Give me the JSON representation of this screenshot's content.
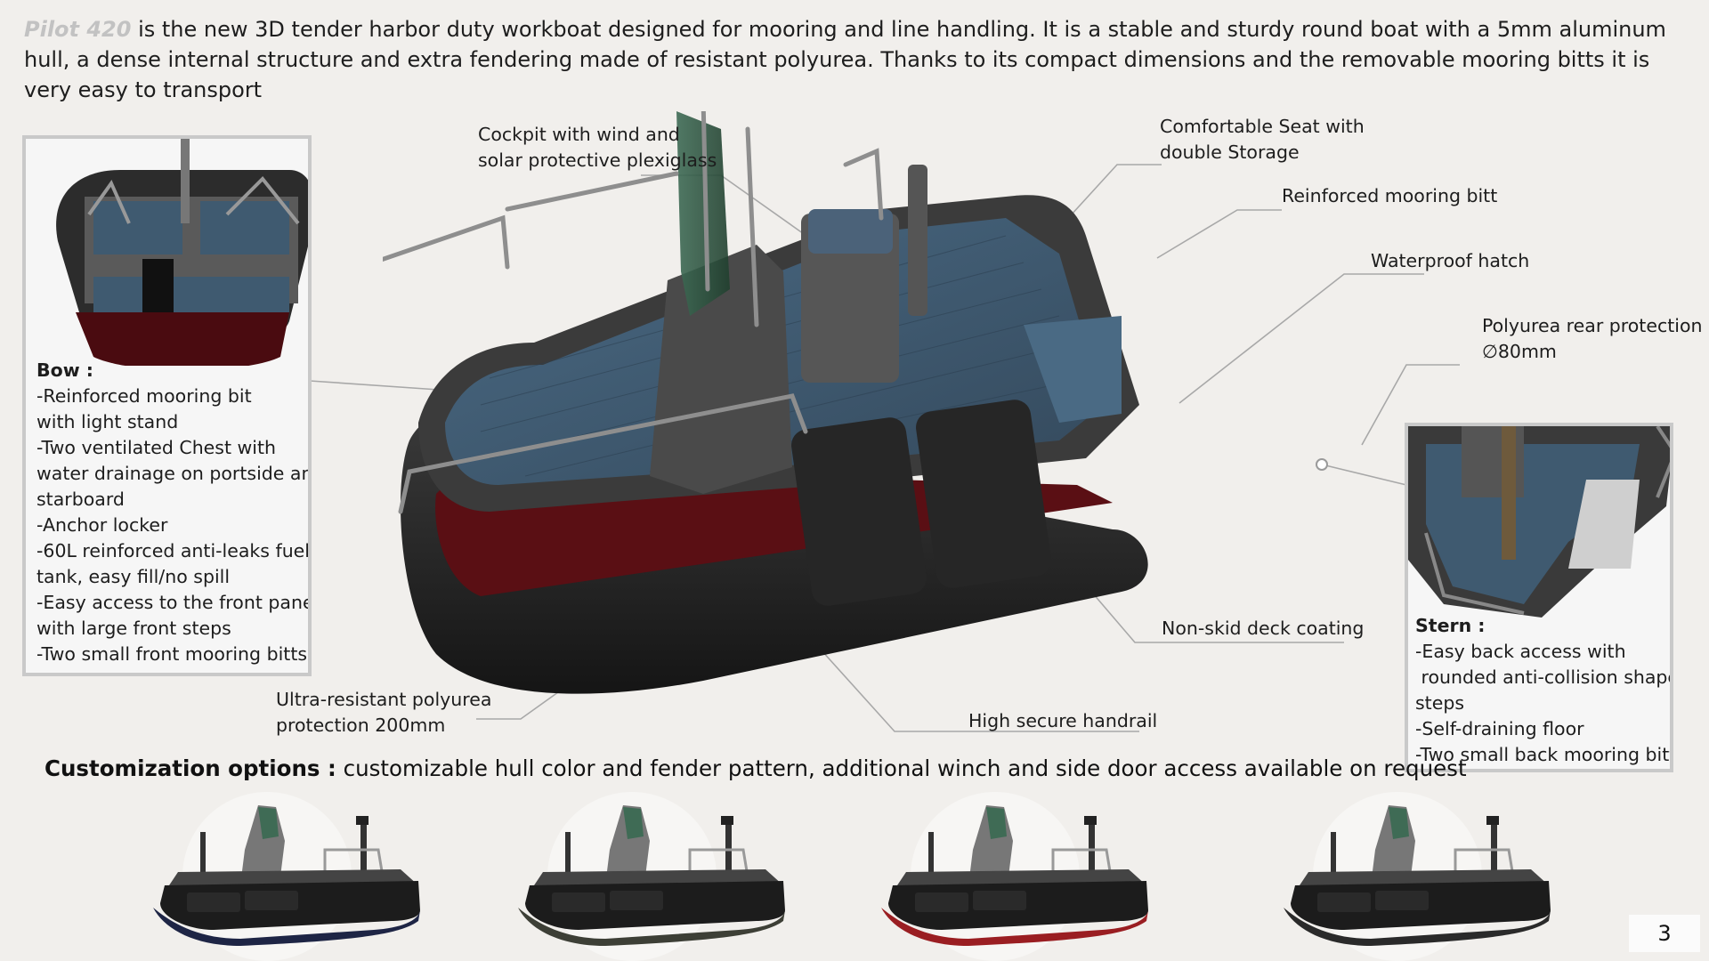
{
  "intro": {
    "brand": "Pilot 420",
    "text": " is the new 3D tender harbor duty workboat designed for mooring and line handling. It is a stable and sturdy round boat with a 5mm aluminum hull, a dense internal structure and extra fendering made of resistant polyurea. Thanks to its compact dimensions and the removable mooring bitts it is very easy to transport"
  },
  "callouts": {
    "cockpit": [
      "Cockpit with wind and",
      "solar protective plexiglass"
    ],
    "seat": [
      "Comfortable Seat with",
      "double Storage"
    ],
    "mooring_bitt": [
      "Reinforced mooring bitt"
    ],
    "hatch": [
      "Waterproof hatch"
    ],
    "rear_protection": [
      "Polyurea rear protection",
      "∅80mm"
    ],
    "deck": [
      "Non-skid deck coating"
    ],
    "handrail": [
      "High secure handrail"
    ],
    "hull_protection": [
      "Ultra-resistant polyurea",
      "protection 200mm"
    ]
  },
  "bow": {
    "title": "Bow :",
    "lines": [
      "-Reinforced mooring bit",
      "with light stand",
      "-Two ventilated Chest with",
      "water drainage on portside and",
      "starboard",
      "-Anchor locker",
      "-60L reinforced anti-leaks fuel",
      "tank, easy fill/no spill",
      "-Easy access to the front panel",
      "with large front steps",
      "-Two small front mooring bitts"
    ]
  },
  "stern": {
    "title": "Stern :",
    "lines": [
      "-Easy back access with",
      " rounded anti-collision shaped",
      "steps",
      "-Self-draining floor",
      "-Two small back mooring bitts"
    ]
  },
  "customization": {
    "label": "Customization options :",
    "text": " customizable hull color and fender pattern, additional winch and side door access available on request"
  },
  "variants": [
    {
      "hull_color": "#1e2545"
    },
    {
      "hull_color": "#3d3f36"
    },
    {
      "hull_color": "#9a1e22"
    },
    {
      "hull_color": "#2a2a2a"
    }
  ],
  "colors": {
    "deck": "#3f5a70",
    "hull": "#2b2b2b",
    "hull_stripe": "#5a0f14",
    "frame": "#bdbdbd",
    "leader": "#a8a8a8"
  },
  "page_number": "3"
}
